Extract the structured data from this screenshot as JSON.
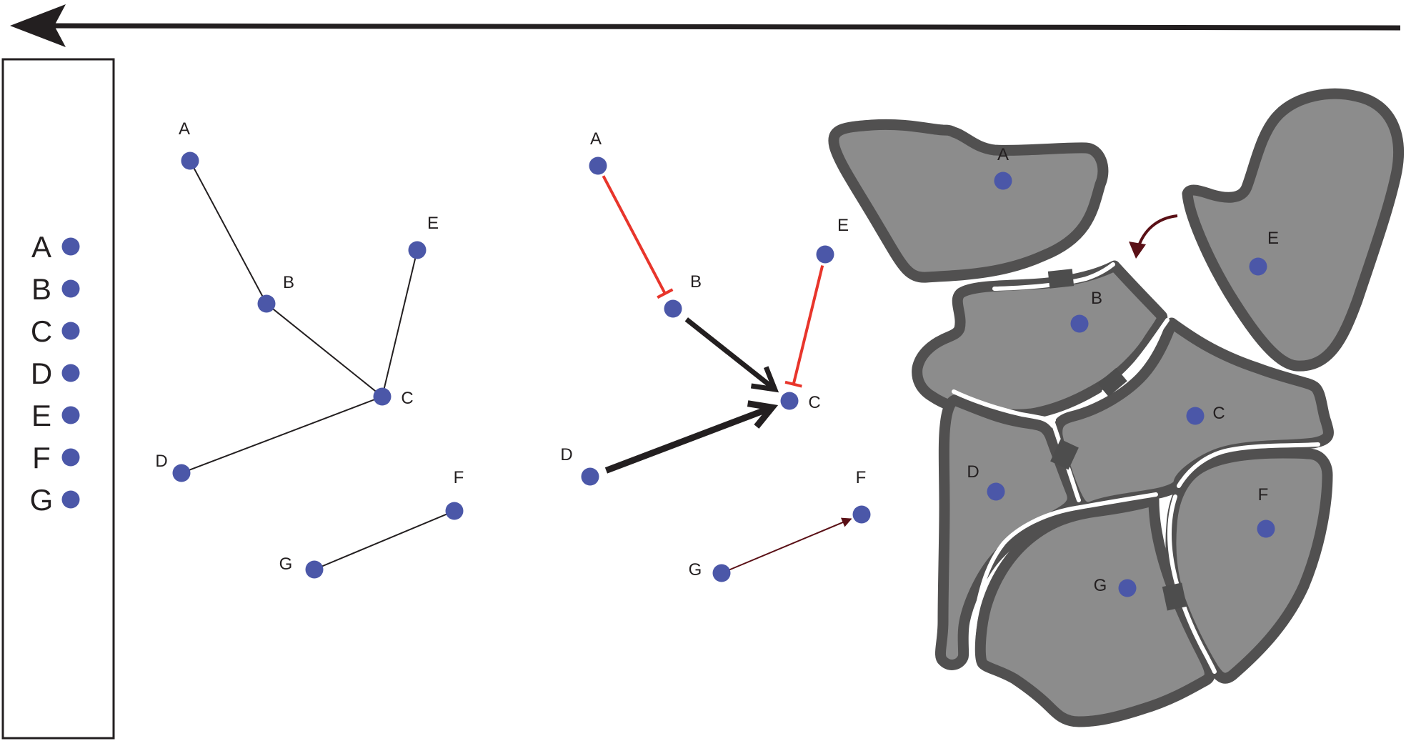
{
  "timeline": {
    "direction": "left",
    "icon": "arrow-left-icon"
  },
  "legend": {
    "items": [
      {
        "letter": "A"
      },
      {
        "letter": "B"
      },
      {
        "letter": "C"
      },
      {
        "letter": "D"
      },
      {
        "letter": "E"
      },
      {
        "letter": "F"
      },
      {
        "letter": "G"
      }
    ]
  },
  "panel_undirected": {
    "labels": {
      "A": "A",
      "B": "B",
      "C": "C",
      "D": "D",
      "E": "E",
      "F": "F",
      "G": "G"
    },
    "edges": [
      [
        "A",
        "B"
      ],
      [
        "B",
        "C"
      ],
      [
        "E",
        "C"
      ],
      [
        "D",
        "C"
      ],
      [
        "G",
        "F"
      ]
    ]
  },
  "panel_directed": {
    "labels": {
      "A": "A",
      "B": "B",
      "C": "C",
      "D": "D",
      "E": "E",
      "F": "F",
      "G": "G"
    },
    "edges": [
      {
        "from": "A",
        "to": "B",
        "kind": "inhibition"
      },
      {
        "from": "E",
        "to": "C",
        "kind": "inhibition"
      },
      {
        "from": "B",
        "to": "C",
        "kind": "activation"
      },
      {
        "from": "D",
        "to": "C",
        "kind": "activation"
      },
      {
        "from": "G",
        "to": "F",
        "kind": "weak-activation"
      }
    ]
  },
  "panel_regions": {
    "labels": {
      "A": "A",
      "B": "B",
      "C": "C",
      "D": "D",
      "E": "E",
      "F": "F",
      "G": "G"
    }
  },
  "colors": {
    "node": "#4b57a8",
    "edge": "#231f20",
    "inhibition": "#e8352b",
    "weak_activation": "#5a1016",
    "region_fill": "#8c8c8c",
    "region_border": "#515050",
    "connector": "#4d4d4d",
    "curved_arrow": "#5a1016"
  }
}
